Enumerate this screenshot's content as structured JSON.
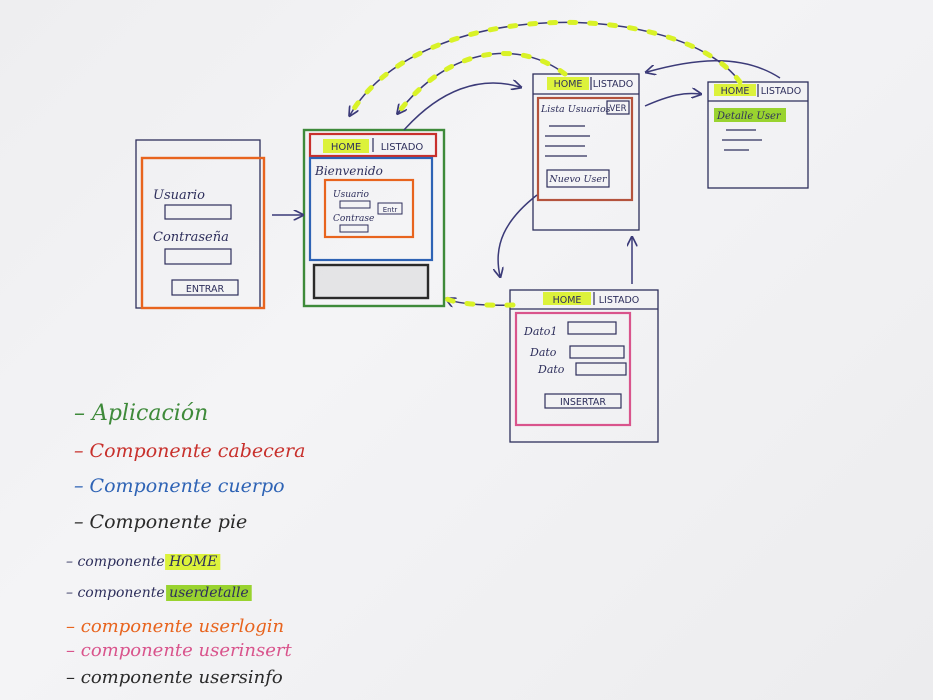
{
  "colors": {
    "ink": "#2e2f5c",
    "orange": "#e8641e",
    "red": "#c8302c",
    "blue": "#2e63b5",
    "green": "#3e8a3a",
    "pink": "#d9548c",
    "brown": "#b4533d",
    "black": "#2a2a2a",
    "highlight": "#d9f227",
    "highlight_dark": "#8fcf1a",
    "arrow": "#3b3a78"
  },
  "screens": {
    "login": {
      "user_label": "Usuario",
      "password_label": "Contraseña",
      "submit_label": "ENTRAR"
    },
    "app": {
      "nav_home": "HOME",
      "nav_list": "LISTADO",
      "welcome": "Bienvenido",
      "mini_user": "Usuario",
      "mini_pass": "Contrase",
      "mini_button": "Entr"
    },
    "list": {
      "nav_home": "HOME",
      "nav_list": "LISTADO",
      "heading": "Lista Usuarios",
      "see_button": "VER",
      "new_user_button": "Nuevo User"
    },
    "detail": {
      "nav_home": "HOME",
      "nav_list": "LISTADO",
      "heading": "Detalle User"
    },
    "insert": {
      "nav_home": "HOME",
      "nav_list": "LISTADO",
      "field1": "Dato1",
      "field2": "Dato",
      "field3": "Dato",
      "submit_label": "INSERTAR"
    }
  },
  "legend": [
    {
      "prefix": "– ",
      "text": "Aplicación",
      "color": "#3e8a3a",
      "highlight": false
    },
    {
      "prefix": "– ",
      "text": "Componente cabecera",
      "color": "#c8302c",
      "highlight": false
    },
    {
      "prefix": "– ",
      "text": "Componente cuerpo",
      "color": "#2e63b5",
      "highlight": false
    },
    {
      "prefix": "– ",
      "text": "Componente pie",
      "color": "#2a2a2a",
      "highlight": false
    },
    {
      "prefix": "– componente ",
      "text": "HOME",
      "color": "#2e2f5c",
      "highlight": true
    },
    {
      "prefix": "– componente ",
      "text": "userdetalle",
      "color": "#2e2f5c",
      "highlight": true
    },
    {
      "prefix": "– ",
      "text": "componente userlogin",
      "color": "#e8641e",
      "highlight": false
    },
    {
      "prefix": "– ",
      "text": "componente userinsert",
      "color": "#d9548c",
      "highlight": false
    },
    {
      "prefix": "– ",
      "text": "componente usersinfo",
      "color": "#2a2a2a",
      "highlight": false
    }
  ]
}
